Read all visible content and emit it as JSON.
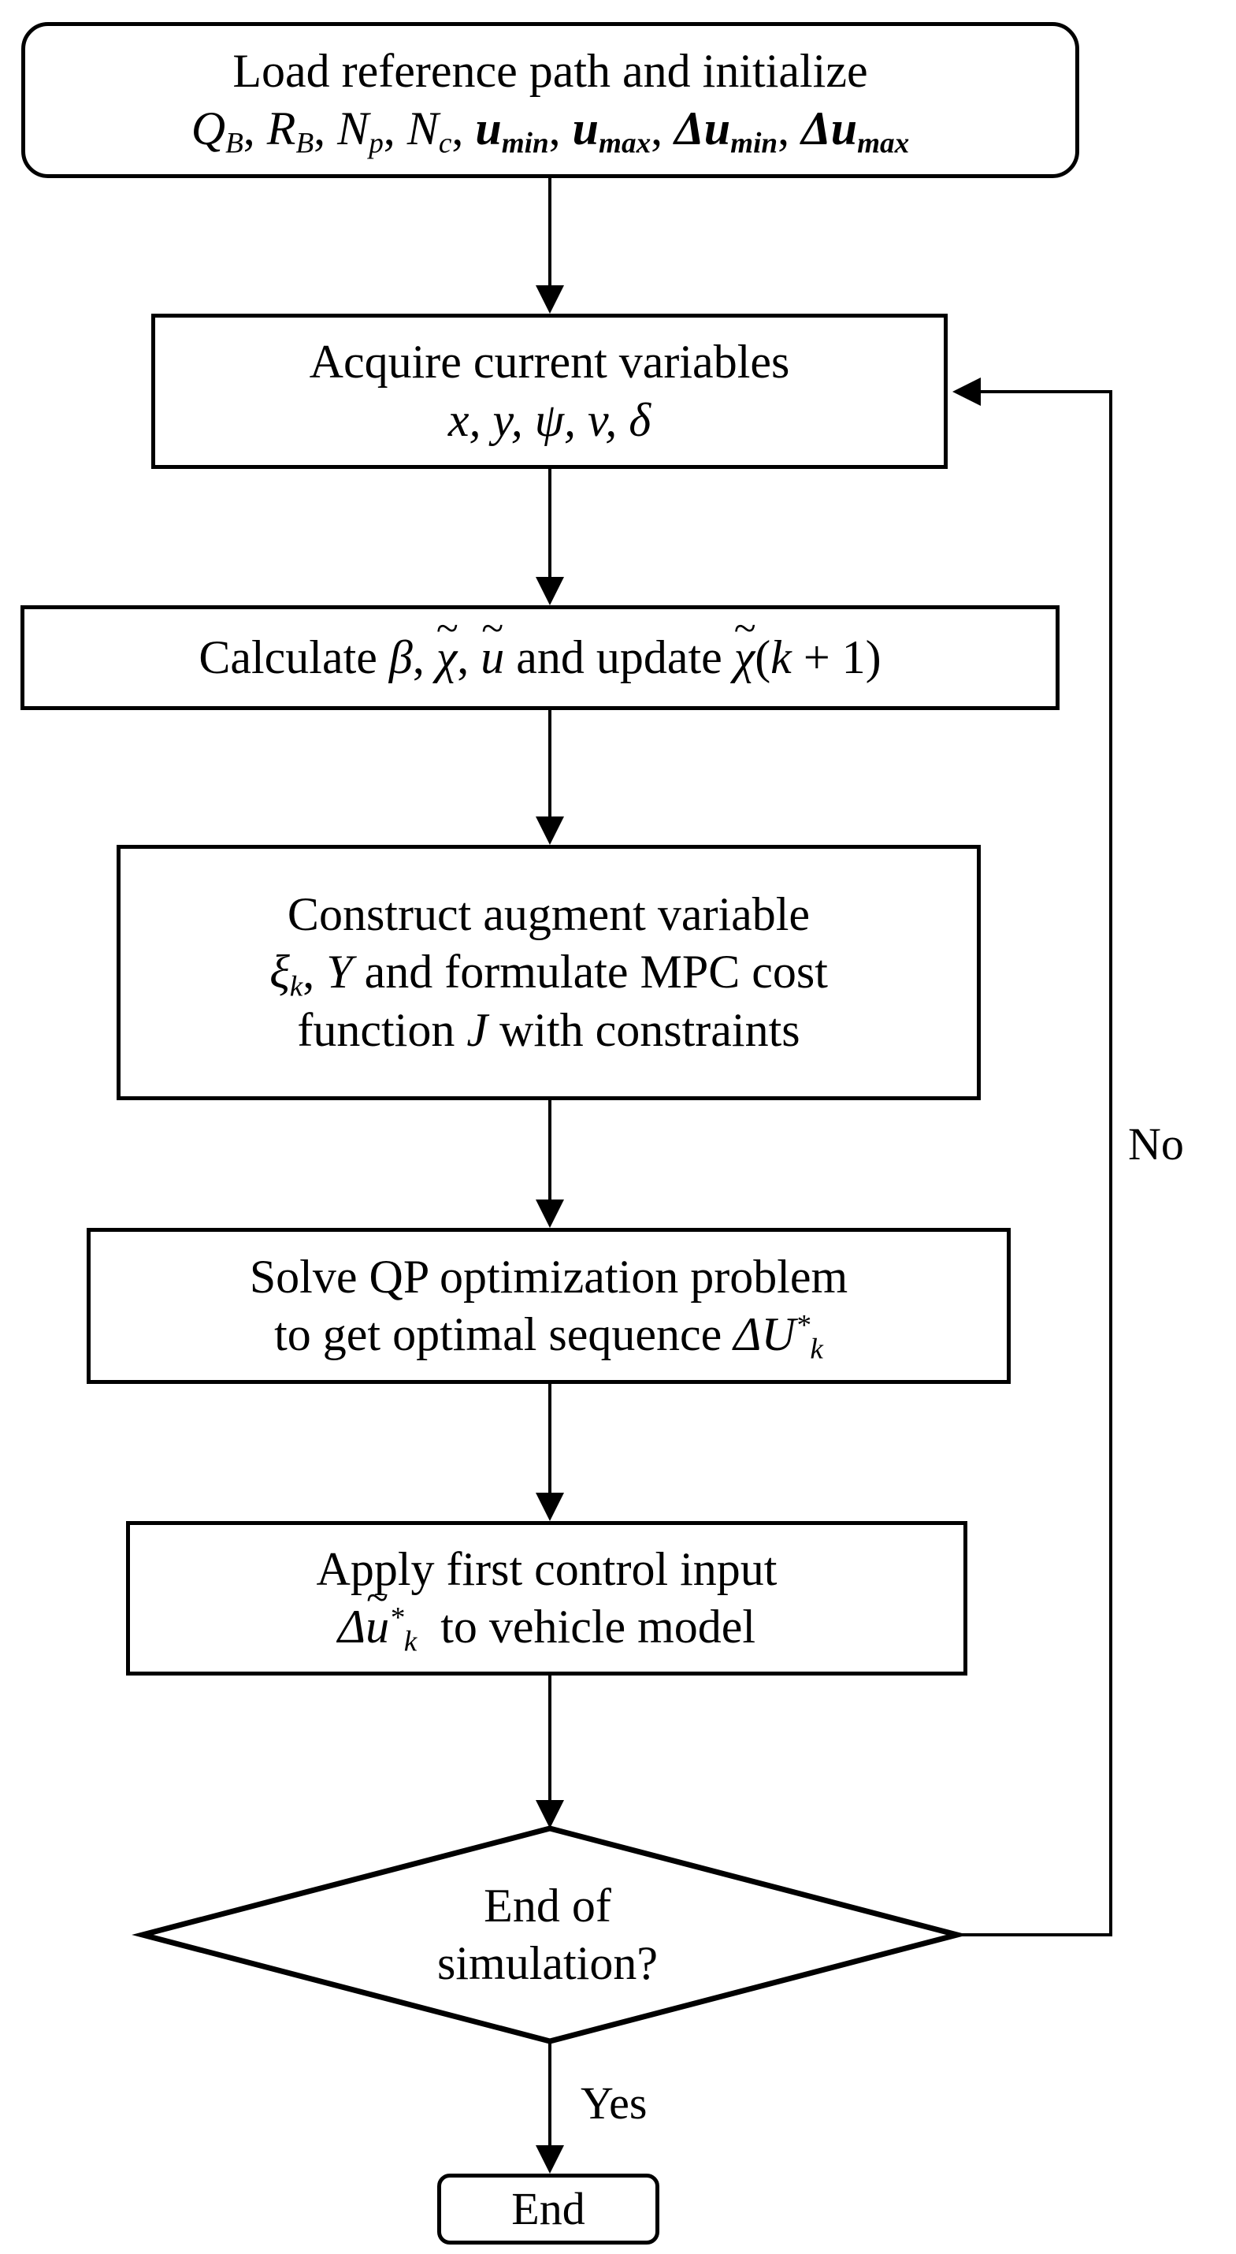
{
  "diagram": {
    "title": "MPC path tracking control flowchart",
    "type": "flowchart",
    "stroke_color": "#000000",
    "fill_color": "#ffffff",
    "text_color": "#000000"
  },
  "nodes": {
    "init": {
      "shape": "terminator",
      "line1": "Load reference path and initialize",
      "line2_plain": "Q_B, R_B, N_p, N_c, u_min, u_max, Δu_min, Δu_max"
    },
    "acquire": {
      "shape": "process",
      "line1": "Acquire current variables",
      "line2_plain": "x, y, ψ, v, δ"
    },
    "calculate": {
      "shape": "process",
      "line1_plain": "Calculate β, χ̃, ũ and update χ̃(k + 1)"
    },
    "construct": {
      "shape": "process",
      "line1": "Construct augment variable",
      "line2_plain": "ξ_k, Y and formulate MPC cost",
      "line3_plain": "function J with constraints"
    },
    "solve": {
      "shape": "process",
      "line1": "Solve QP optimization problem",
      "line2_plain": "to get optimal sequence ΔU*_k"
    },
    "apply": {
      "shape": "process",
      "line1": "Apply first control input",
      "line2_plain": "Δũ*_k  to vehicle model"
    },
    "decision": {
      "shape": "diamond",
      "line1": "End of",
      "line2": "simulation?"
    },
    "end": {
      "shape": "terminator",
      "label": "End"
    }
  },
  "edge_labels": {
    "no": "No",
    "yes": "Yes"
  },
  "symbols": {
    "Q_B": {
      "base": "Q",
      "sub": "B"
    },
    "R_B": {
      "base": "R",
      "sub": "B"
    },
    "N_p": {
      "base": "N",
      "sub": "p"
    },
    "N_c": {
      "base": "N",
      "sub": "c"
    },
    "u_min": {
      "base": "u",
      "sub": "min"
    },
    "u_max": {
      "base": "u",
      "sub": "max"
    },
    "delta_u_min": {
      "base": "Δu",
      "sub": "min"
    },
    "delta_u_max": {
      "base": "Δu",
      "sub": "max"
    },
    "state_vars": "x, y, ψ, v, δ",
    "beta": "β",
    "chi_tilde": "χ̃",
    "u_tilde": "ũ",
    "chi_tilde_kplus1": "χ̃(k + 1)",
    "xi_k": {
      "base": "ξ",
      "sub": "k"
    },
    "Y": "Y",
    "J": "J",
    "dU_star_k": {
      "base": "ΔU",
      "sup": "*",
      "sub": "k"
    },
    "du_tilde_star_k": {
      "base": "Δũ",
      "sup": "*",
      "sub": "k"
    }
  },
  "text_fragments": {
    "load_reference": "Load reference path and initialize",
    "acquire_current": "Acquire current variables",
    "calculate_word": "Calculate",
    "and_update": "and update",
    "construct_augment": "Construct augment variable",
    "and_formulate": "and formulate MPC cost",
    "function_with": "function",
    "with_constraints": "with constraints",
    "solve_qp": "Solve QP optimization problem",
    "to_get_optimal": "to get optimal sequence",
    "apply_first": "Apply first control input",
    "to_vehicle": "to vehicle model",
    "end_of": "End of",
    "simulation_q": "simulation?",
    "end_label": "End",
    "comma": ",",
    "comma_space": ", "
  }
}
